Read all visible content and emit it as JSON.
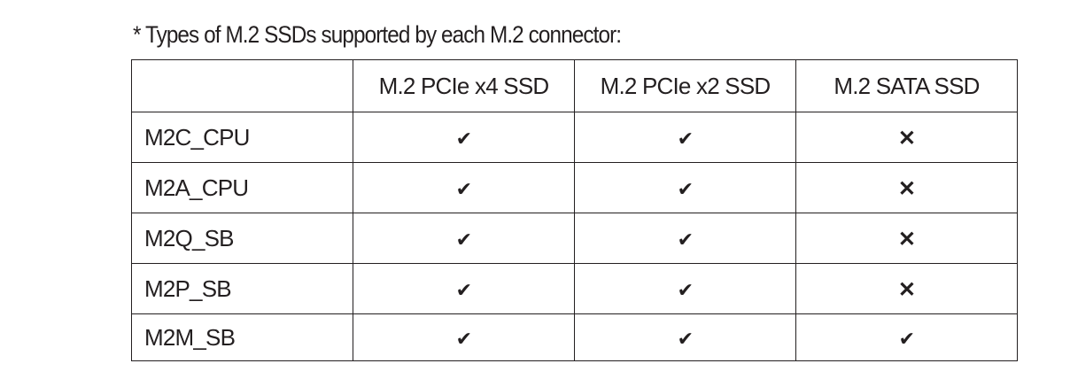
{
  "note": "*  Types of M.2 SSDs supported by each M.2 connector:",
  "columns": [
    "",
    "M.2 PCIe x4 SSD",
    "M.2 PCIe x2 SSD",
    "M.2 SATA SSD"
  ],
  "rows": [
    {
      "name": "M2C_CPU",
      "support": [
        "check-icon",
        "check-icon",
        "cross-icon"
      ]
    },
    {
      "name": "M2A_CPU",
      "support": [
        "check-icon",
        "check-icon",
        "cross-icon"
      ]
    },
    {
      "name": "M2Q_SB",
      "support": [
        "check-icon",
        "check-icon",
        "cross-icon"
      ]
    },
    {
      "name": "M2P_SB",
      "support": [
        "check-icon",
        "check-icon",
        "cross-icon"
      ]
    },
    {
      "name": "M2M_SB",
      "support": [
        "check-icon",
        "check-icon",
        "check-icon"
      ]
    }
  ]
}
